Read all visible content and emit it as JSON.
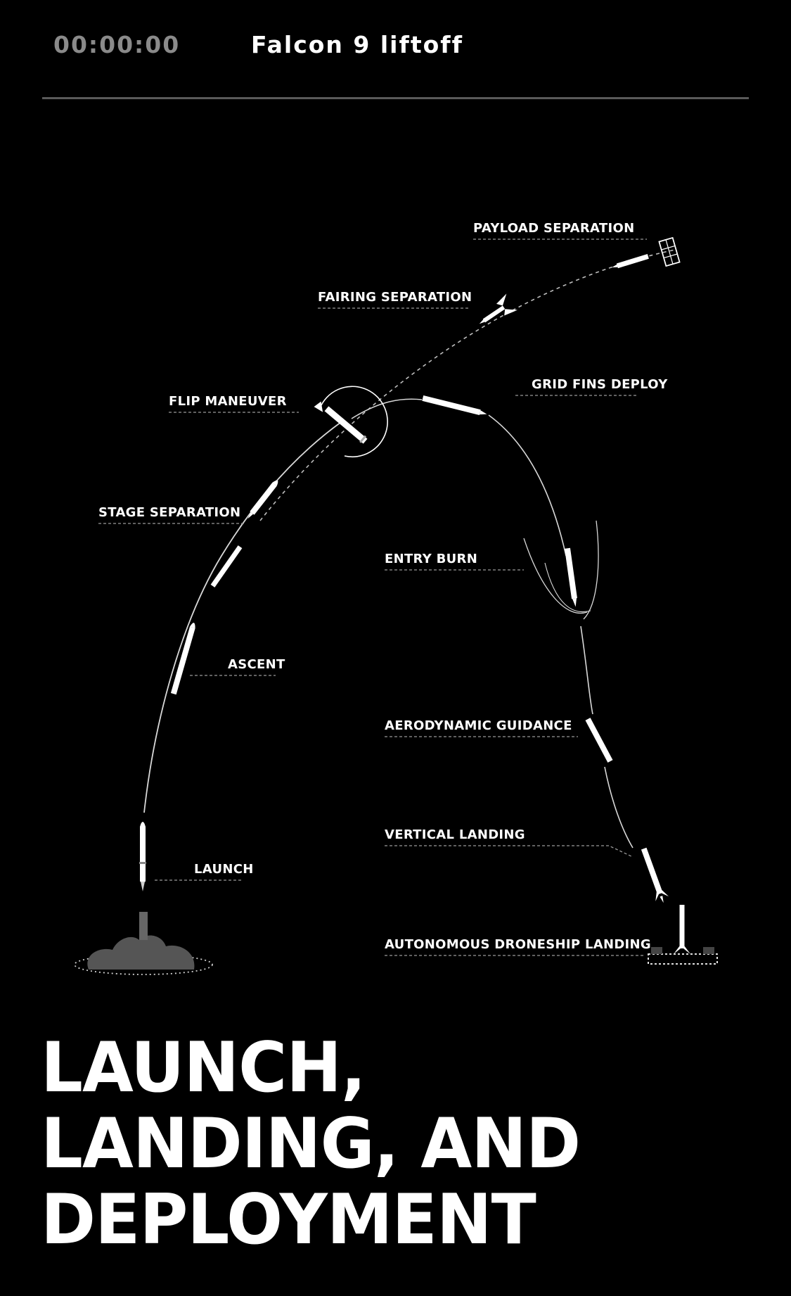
{
  "header": {
    "timer": "00:00:00",
    "event": "Falcon 9 liftoff"
  },
  "stages": {
    "payload_separation": "PAYLOAD SEPARATION",
    "fairing_separation": "FAIRING SEPARATION",
    "grid_fins_deploy": "GRID FINS DEPLOY",
    "flip_maneuver": "FLIP MANEUVER",
    "stage_separation": "STAGE SEPARATION",
    "entry_burn": "ENTRY BURN",
    "ascent": "ASCENT",
    "aerodynamic_guidance": "AERODYNAMIC GUIDANCE",
    "vertical_landing": "VERTICAL LANDING",
    "launch": "LAUNCH",
    "droneship_landing": "AUTONOMOUS DRONESHIP LANDING"
  },
  "headline": {
    "line1": "LAUNCH,",
    "line2": "LANDING, AND",
    "line3": "DEPLOYMENT"
  },
  "colors": {
    "background": "#000000",
    "text": "#ffffff",
    "timer": "#8a8a8a",
    "rule": "#5a5a5a",
    "smoke": "#555555"
  }
}
